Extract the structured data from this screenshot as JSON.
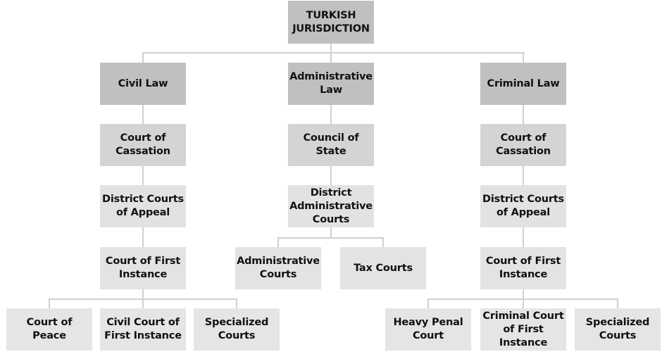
{
  "diagram": {
    "title": "TURKISH\nJURISDICTION",
    "branches": {
      "civil": {
        "label": "Civil Law",
        "level2": "Court of\nCassation",
        "level3": "District Courts\nof Appeal",
        "level4": "Court of First\nInstance",
        "children": [
          "Court of Peace",
          "Civil Court of\nFirst Instance",
          "Specialized\nCourts"
        ]
      },
      "administrative": {
        "label": "Administrative\nLaw",
        "level2": "Council of State",
        "level3": "District\nAdministrative\nCourts",
        "children": [
          "Administrative\nCourts",
          "Tax Courts"
        ]
      },
      "criminal": {
        "label": "Criminal Law",
        "level2": "Court of\nCassation",
        "level3": "District Courts\nof Appeal",
        "level4": "Court of First\nInstance",
        "children": [
          "Heavy Penal\nCourt",
          "Criminal Court\nof First Instance",
          "Specialized\nCourts"
        ]
      }
    },
    "colors": {
      "root": "#c0c0c0",
      "law_branch": "#c0c0c0",
      "high_court": "#d4d4d4",
      "lower_court": "#e2e2e2",
      "connector": "#d0d0d0",
      "text": "#111111"
    }
  }
}
